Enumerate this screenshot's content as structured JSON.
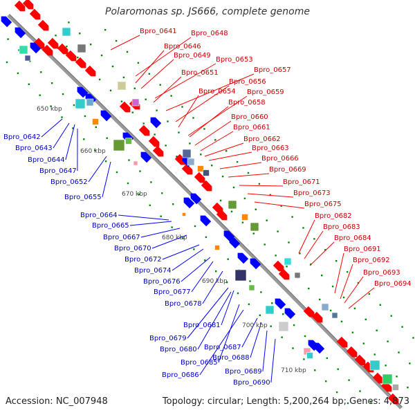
{
  "header": {
    "title": "Polaromonas sp. JS666, complete genome"
  },
  "footer": {
    "accession": "Accession: NC_007948",
    "summary": "Topology: circular; Length: 5,200,264 bp; Genes: 4,873"
  },
  "colors": {
    "backbone": "#999999",
    "forward": "#ff0000",
    "reverse": "#0000ff",
    "forward_label": "#cc0000",
    "reverse_label": "#0000cc",
    "tick": "#008800"
  },
  "ticks": [
    "650 kbp",
    "660 kbp",
    "670 kbp",
    "680 kbp",
    "690 kbp",
    "700 kbp",
    "710 kbp"
  ],
  "forward_labels": [
    "Bpro_0641",
    "Bpro_0648",
    "Bpro_0646",
    "Bpro_0649",
    "Bpro_0653",
    "Bpro_0651",
    "Bpro_0657",
    "Bpro_0656",
    "Bpro_0654",
    "Bpro_0659",
    "Bpro_0658",
    "Bpro_0660",
    "Bpro_0661",
    "Bpro_0662",
    "Bpro_0663",
    "Bpro_0666",
    "Bpro_0669",
    "Bpro_0671",
    "Bpro_0673",
    "Bpro_0675",
    "Bpro_0682",
    "Bpro_0683",
    "Bpro_0684",
    "Bpro_0691",
    "Bpro_0692",
    "Bpro_0693",
    "Bpro_0694"
  ],
  "reverse_labels": [
    "Bpro_0642",
    "Bpro_0643",
    "Bpro_0644",
    "Bpro_0647",
    "Bpro_0652",
    "Bpro_0655",
    "Bpro_0664",
    "Bpro_0665",
    "Bpro_0667",
    "Bpro_0670",
    "Bpro_0672",
    "Bpro_0674",
    "Bpro_0676",
    "Bpro_0677",
    "Bpro_0678",
    "Bpro_0681",
    "Bpro_0679",
    "Bpro_0680",
    "Bpro_0685",
    "Bpro_0687",
    "Bpro_0688",
    "Bpro_0686",
    "Bpro_0689",
    "Bpro_0690"
  ]
}
